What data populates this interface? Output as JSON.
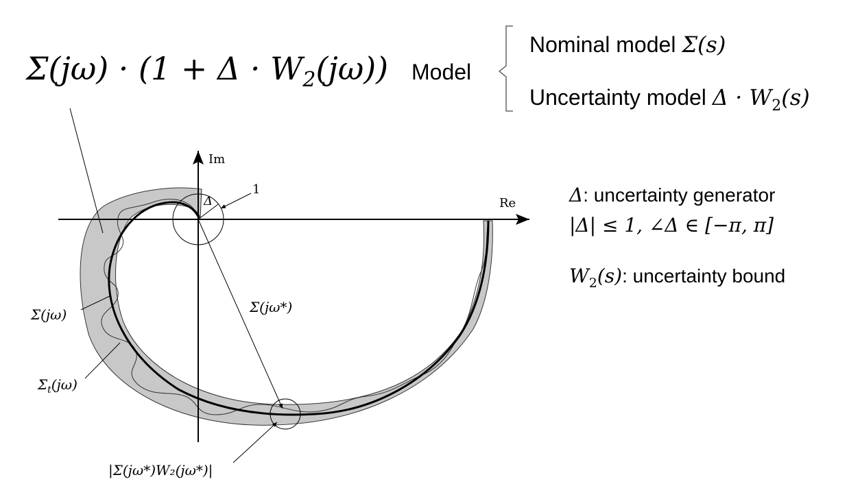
{
  "formula": {
    "prefix": "Σ(jω) · (1 + Δ · W",
    "sub": "2",
    "suffix": "(jω))"
  },
  "model": {
    "label": "Model",
    "nominal": {
      "text": "Nominal model ",
      "math": "Σ(s)"
    },
    "uncertainty": {
      "text": "Uncertainty model ",
      "math_prefix": "Δ · W",
      "math_sub": "2",
      "math_suffix": "(s)"
    }
  },
  "notes": {
    "delta": {
      "sym": "Δ",
      "text": ": uncertainty generator"
    },
    "delta_bound": "|Δ| ≤ 1, ∠Δ ∈ [−π, π]",
    "w2": {
      "sym": "W",
      "sub": "2",
      "tail": "(s)",
      "text": ": uncertainty bound"
    }
  },
  "diagram": {
    "axis_im": "Im",
    "axis_re": "Re",
    "delta_label": "Δ",
    "one_label": "1",
    "sigma": "Σ(jω)",
    "sigma_t": {
      "main": "Σ",
      "sub": "t",
      "tail": "(jω)"
    },
    "sigma_star": "Σ(jω*)",
    "bound_label": "|Σ(jω*)W₂(jω*)|"
  },
  "colors": {
    "band": "#c8c8c8",
    "line": "#000000"
  }
}
